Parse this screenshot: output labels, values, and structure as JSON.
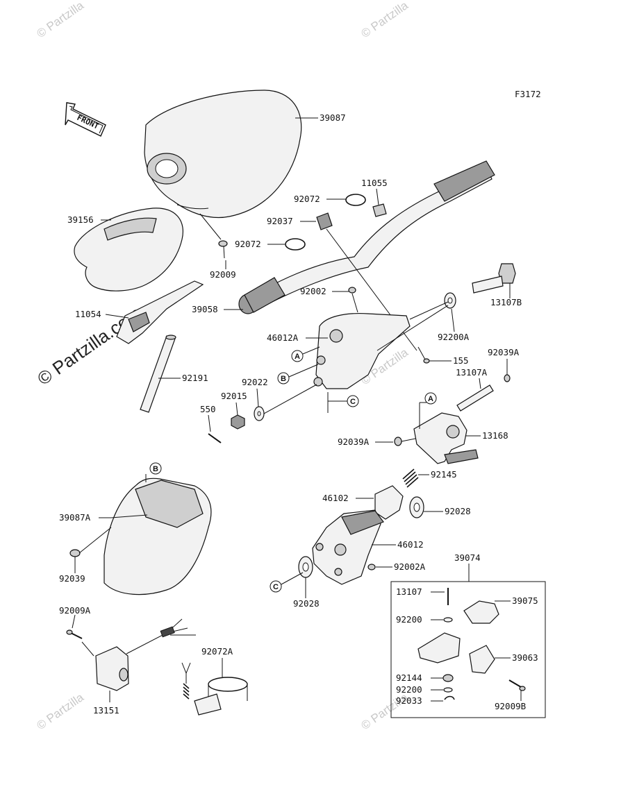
{
  "figure_code": "F3172",
  "front_label": "FRONT",
  "watermarks": {
    "small": "© Partzilla",
    "large": "© Partzilla.com"
  },
  "callouts": {
    "a": "A",
    "b": "B",
    "c": "C"
  },
  "parts": {
    "p39087": "39087",
    "p39156": "39156",
    "p92009": "92009",
    "p11054": "11054",
    "p92191": "92191",
    "p92072_top": "92072",
    "p11055": "11055",
    "p92037": "92037",
    "p92072_mid": "92072",
    "p92002": "92002",
    "p39058": "39058",
    "p13107B": "13107B",
    "p46012A": "46012A",
    "p92200A": "92200A",
    "p155": "155",
    "p92039A_top": "92039A",
    "p92022": "92022",
    "p13107A": "13107A",
    "p92015": "92015",
    "p550": "550",
    "p92039A_mid": "92039A",
    "p13168": "13168",
    "p92145": "92145",
    "p46102": "46102",
    "p92028_top": "92028",
    "p39087A": "39087A",
    "p46012": "46012",
    "p39074": "39074",
    "p92002A": "92002A",
    "p92039": "92039",
    "p92028_bot": "92028",
    "p13107": "13107",
    "p39075": "39075",
    "p92009A": "92009A",
    "p92200_top": "92200",
    "p92072A": "92072A",
    "p39063": "39063",
    "p92144": "92144",
    "p92200_bot": "92200",
    "p92033": "92033",
    "p92009B": "92009B",
    "p13151": "13151"
  }
}
